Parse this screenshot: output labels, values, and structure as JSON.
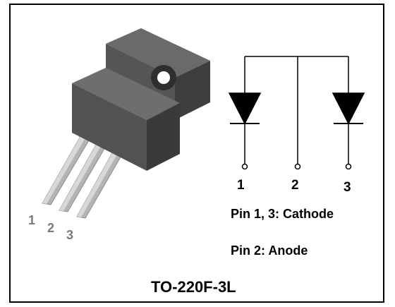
{
  "package": {
    "pin_labels": [
      "1",
      "2",
      "3"
    ]
  },
  "schematic": {
    "pin_labels": [
      "1",
      "2",
      "3"
    ],
    "description_line1": "Pin 1, 3: Cathode",
    "description_line2": "Pin 2: Anode"
  },
  "title": "TO-220F-3L",
  "colors": {
    "border": "#000000",
    "package_body": "#505050",
    "package_tab": "#3a3a3a",
    "pins": "#bdbdbd",
    "pin_label_gray": "#7a7a7a"
  }
}
